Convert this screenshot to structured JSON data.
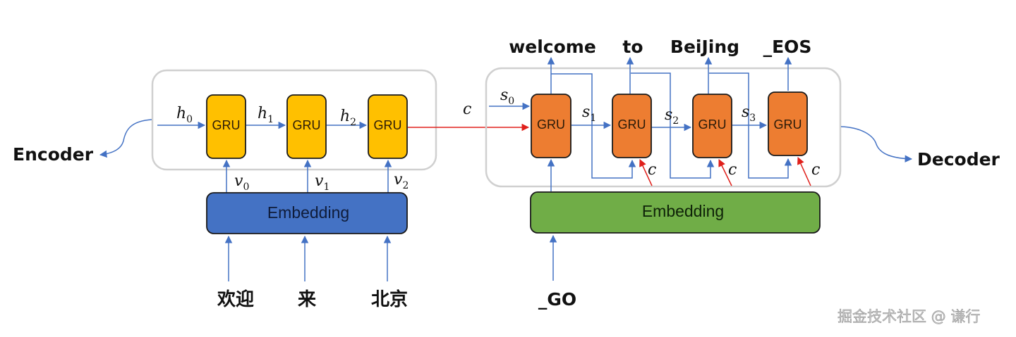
{
  "colors": {
    "encoder_gru": "#FFC000",
    "decoder_gru": "#ED7D31",
    "encoder_embedding": "#4472C4",
    "decoder_embedding": "#70AD47",
    "arrow_blue": "#4472C4",
    "arrow_red": "#E0201B",
    "container_border": "#D0D0D0"
  },
  "encoder": {
    "label": "Encoder",
    "gru_label": "GRU",
    "hidden_states": [
      {
        "base": "h",
        "sub": "0"
      },
      {
        "base": "h",
        "sub": "1"
      },
      {
        "base": "h",
        "sub": "2"
      }
    ],
    "embed_outputs": [
      {
        "base": "v",
        "sub": "0"
      },
      {
        "base": "v",
        "sub": "1"
      },
      {
        "base": "v",
        "sub": "2"
      }
    ],
    "embedding_label": "Embedding",
    "inputs": [
      "欢迎",
      "来",
      "北京"
    ]
  },
  "context": {
    "label": "c"
  },
  "decoder": {
    "label": "Decoder",
    "gru_label": "GRU",
    "states": [
      {
        "base": "s",
        "sub": "0"
      },
      {
        "base": "s",
        "sub": "1"
      },
      {
        "base": "s",
        "sub": "2"
      },
      {
        "base": "s",
        "sub": "3"
      }
    ],
    "context_inputs": [
      "c",
      "c",
      "c"
    ],
    "outputs": [
      "welcome",
      "to",
      "BeiJing",
      "_EOS"
    ],
    "embedding_label": "Embedding",
    "input": "_GO"
  },
  "watermark": "掘金技术社区 @ 谦行"
}
